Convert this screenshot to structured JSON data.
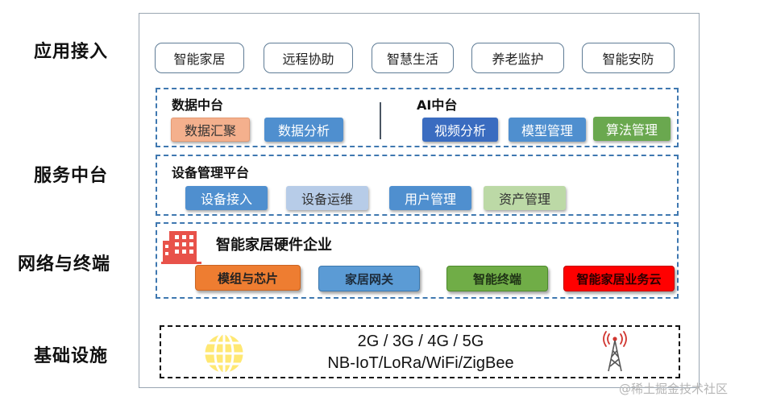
{
  "layers": {
    "application": "应用接入",
    "service": "服务中台",
    "network": "网络与终端",
    "infrastructure": "基础设施"
  },
  "applications": [
    "智能家居",
    "远程协助",
    "智慧生活",
    "养老监护",
    "智能安防"
  ],
  "data_platform": {
    "title": "数据中台",
    "items": [
      "数据汇聚",
      "数据分析"
    ]
  },
  "ai_platform": {
    "title": "AI中台",
    "items": [
      "视频分析",
      "模型管理",
      "算法管理"
    ]
  },
  "device_platform": {
    "title": "设备管理平台",
    "items": [
      "设备接入",
      "设备运维",
      "用户管理",
      "资产管理"
    ]
  },
  "hardware": {
    "title": "智能家居硬件企业",
    "items": [
      "模组与芯片",
      "家居网关",
      "智能终端",
      "智能家居业务云"
    ]
  },
  "infrastructure": {
    "line1": "2G / 3G / 4G / 5G",
    "line2": "NB-IoT/LoRa/WiFi/ZigBee",
    "icons": [
      "globe-icon",
      "signal-tower-icon"
    ]
  },
  "watermark": "@稀土掘金技术社区",
  "colors": {
    "frame_border": "#9aa6b2",
    "dashed_border": "#3f78b0",
    "chip_orange_light": "#f4b08d",
    "chip_blue": "#4f8fcf",
    "chip_blue_dark": "#3a6cc0",
    "chip_blue_light": "#b7cce8",
    "chip_green": "#6aa84f",
    "chip_green_light": "#bcd9a6",
    "hw_orange": "#ee7d31",
    "hw_blue": "#5b9bd5",
    "hw_green": "#70ad47",
    "hw_red": "#ff0000",
    "building_red": "#e8524a",
    "globe_yellow": "#ffe873"
  }
}
